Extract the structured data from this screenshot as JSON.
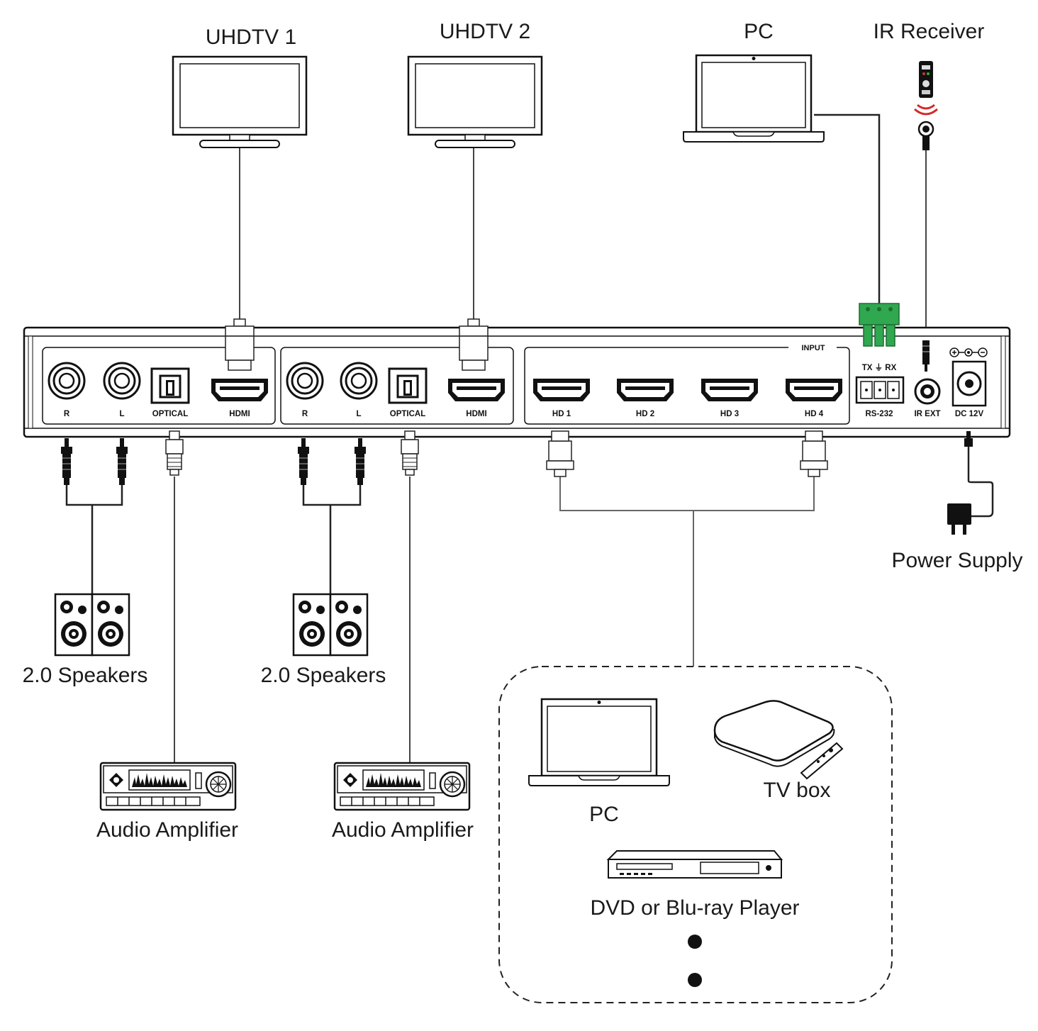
{
  "labels": {
    "uhdtv1": "UHDTV 1",
    "uhdtv2": "UHDTV 2",
    "pc_top": "PC",
    "ir_receiver": "IR Receiver",
    "power_supply": "Power Supply",
    "speakers_1": "2.0 Speakers",
    "speakers_2": "2.0 Speakers",
    "amp_1": "Audio Amplifier",
    "amp_2": "Audio Amplifier",
    "src_pc": "PC",
    "src_tvbox": "TV box",
    "src_dvd": "DVD or Blu-ray Player"
  },
  "ports": {
    "out1": {
      "r": "R",
      "l": "L",
      "optical": "OPTICAL",
      "hdmi": "HDMI"
    },
    "out2": {
      "r": "R",
      "l": "L",
      "optical": "OPTICAL",
      "hdmi": "HDMI"
    },
    "input_group": "INPUT",
    "inputs": [
      "HD 1",
      "HD 2",
      "HD 3",
      "HD 4"
    ],
    "rs232": "RS-232",
    "rs232_pins": "TX ⏚ RX",
    "ir_ext": "IR EXT",
    "dc": "DC 12V"
  },
  "colors": {
    "terminal_green": "#2fa84f",
    "ir_red": "#d42a2a"
  }
}
